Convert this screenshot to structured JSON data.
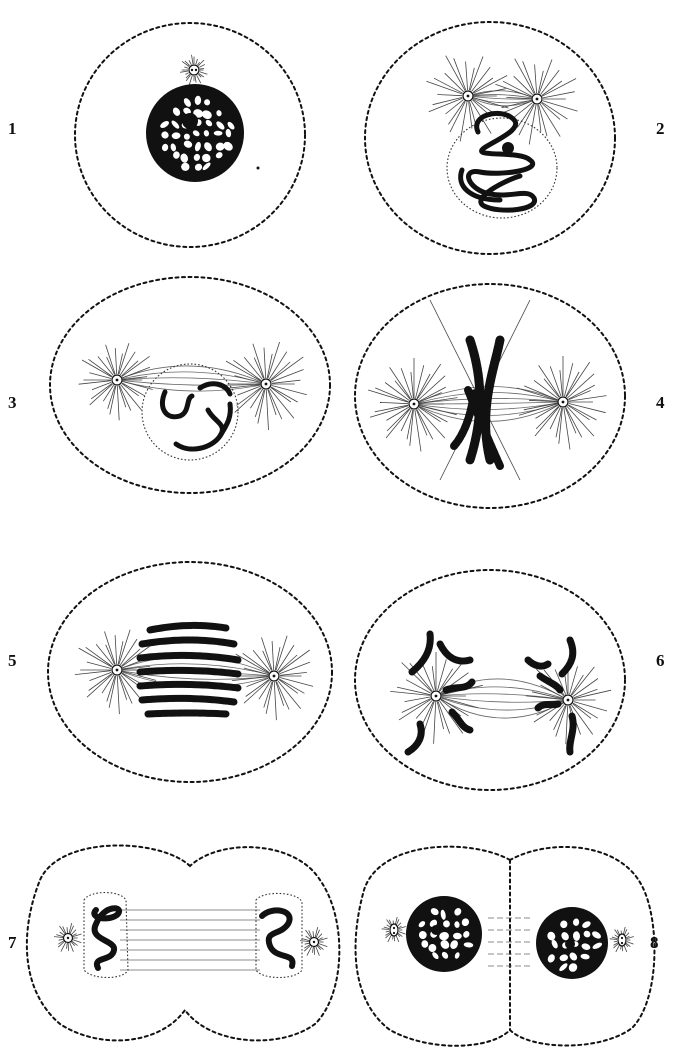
{
  "plate": {
    "panels": [
      {
        "label": "1"
      },
      {
        "label": "2"
      },
      {
        "label": "3"
      },
      {
        "label": "4"
      },
      {
        "label": "5"
      },
      {
        "label": "6"
      },
      {
        "label": "7"
      },
      {
        "label": "8"
      }
    ]
  }
}
